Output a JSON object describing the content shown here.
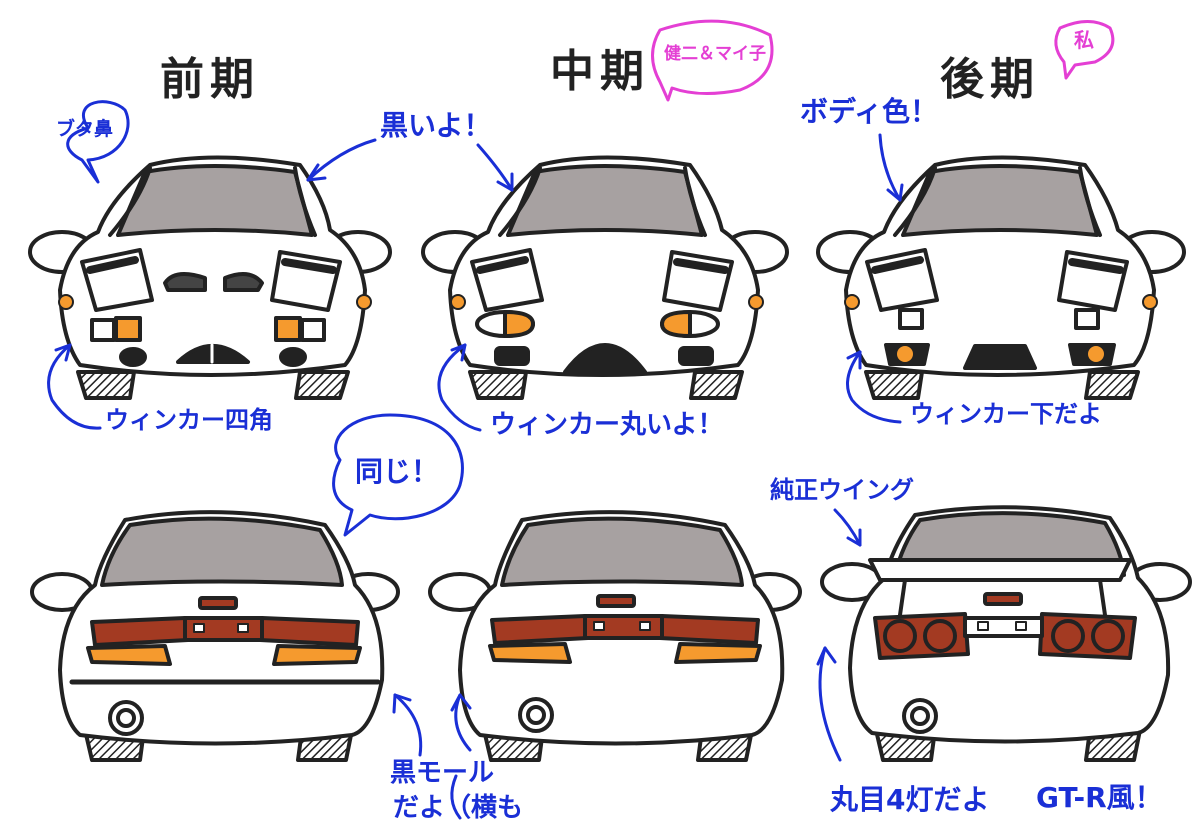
{
  "periods": {
    "early": "前期",
    "middle": "中期",
    "late": "後期"
  },
  "tags": {
    "middle_owner": "健二＆マイ子",
    "late_owner": "私"
  },
  "notes": {
    "buta_bana": "ブタ鼻",
    "black": "黒いよ！",
    "body_color": "ボディ色！",
    "winker_square": "ウィンカー四角",
    "winker_round": "ウィンカー丸いよ！",
    "winker_low": "ウィンカー下だよ",
    "same": "同じ！",
    "stock_wing": "純正ウイング",
    "black_mold_1": "黒モール",
    "black_mold_2": "だよ（横も",
    "round_lamps": "丸目4灯だよ",
    "gtr_style": "GT-R風！"
  },
  "colors": {
    "ink": "#222222",
    "annotation_blue": "#1a2fd6",
    "annotation_pink": "#e43fd4",
    "glass_gray": "#a7a1a1",
    "turn_orange": "#f59a2e",
    "tail_red": "#a33a22"
  }
}
